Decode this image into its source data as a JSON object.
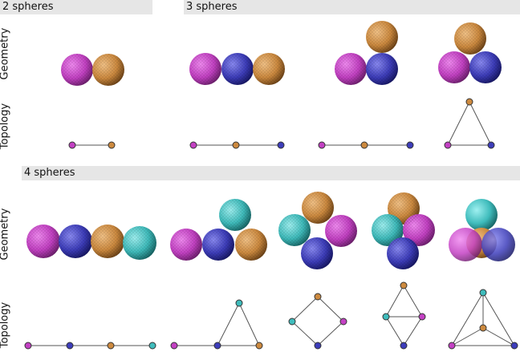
{
  "headers": {
    "two": "2 spheres",
    "three": "3 spheres",
    "four": "4 spheres"
  },
  "labels": {
    "geometry": "Geometry",
    "topology": "Topology"
  },
  "colors": {
    "magenta": "#c341c3",
    "orange": "#cd8a3f",
    "blue": "#3d3dba",
    "cyan": "#3fbcbc",
    "edge": "#555555"
  }
}
